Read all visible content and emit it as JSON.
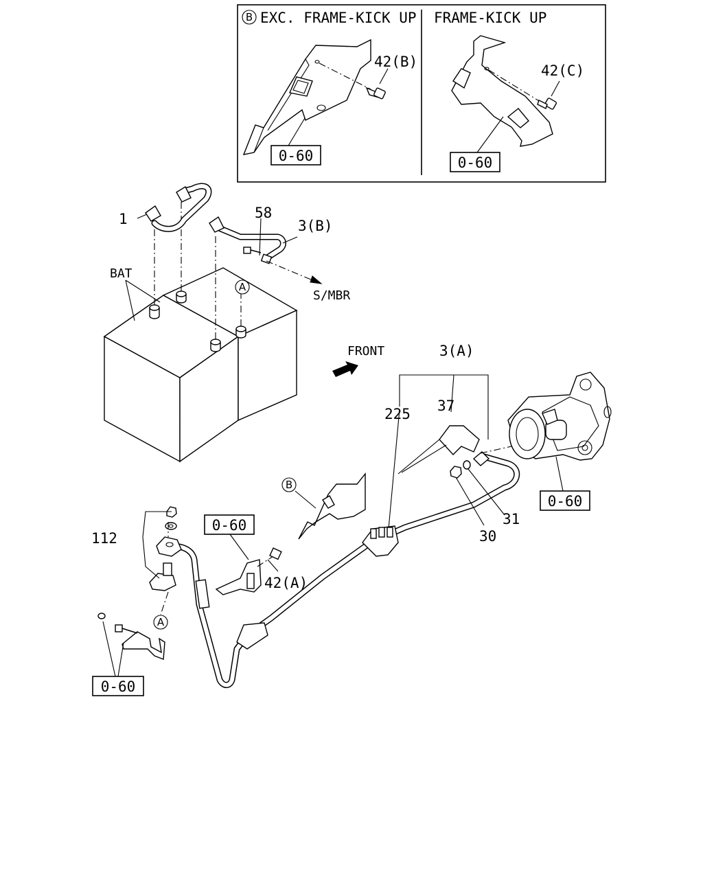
{
  "inset": {
    "left_title_marker": "B",
    "left_title": "EXC. FRAME-KICK UP",
    "right_title": "FRAME-KICK UP",
    "left_bolt": "42(B)",
    "right_bolt": "42(C)",
    "left_ref": "0-60",
    "right_ref": "0-60"
  },
  "callouts": {
    "terminal": "1",
    "bolt_58": "58",
    "cable_3b": "3(B)",
    "bat": "BAT",
    "smbr": "S/MBR",
    "marker_a": "A",
    "marker_b": "B",
    "front": "FRONT",
    "cable_3a": "3(A)",
    "clip_225": "225",
    "cover_37": "37",
    "nut_30": "30",
    "washer_31": "31",
    "ground_112": "112",
    "bolt_42a": "42(A)"
  },
  "refs": {
    "starter_ref": "0-60",
    "bracket_ref": "0-60",
    "bottom_ref": "0-60"
  }
}
